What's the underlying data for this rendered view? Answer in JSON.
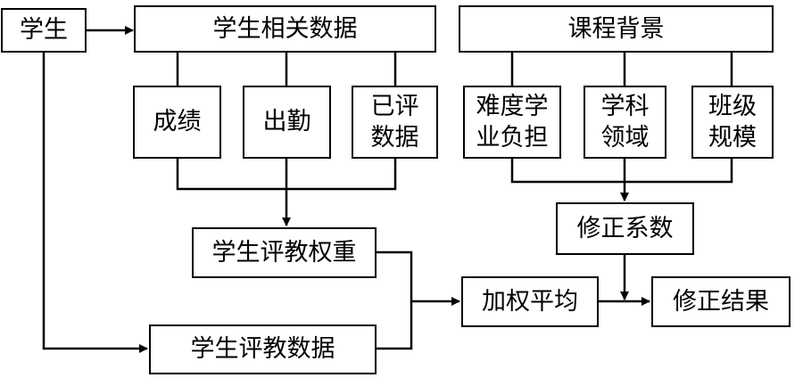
{
  "nodes": {
    "student": "学生",
    "student_data": "学生相关数据",
    "course_background": "课程背景",
    "grades": "成绩",
    "attendance": "出勤",
    "rated_data": [
      "已评",
      "数据"
    ],
    "difficulty_load": [
      "难度学",
      "业负担"
    ],
    "subject_field": [
      "学科",
      "领域"
    ],
    "class_size": [
      "班级",
      "规模"
    ],
    "correction_coef": "修正系数",
    "student_eval_weight": "学生评教权重",
    "weighted_average": "加权平均",
    "correction_result": "修正结果",
    "student_eval_data": "学生评教数据"
  },
  "colors": {
    "stroke": "#000000",
    "background": "#ffffff"
  }
}
